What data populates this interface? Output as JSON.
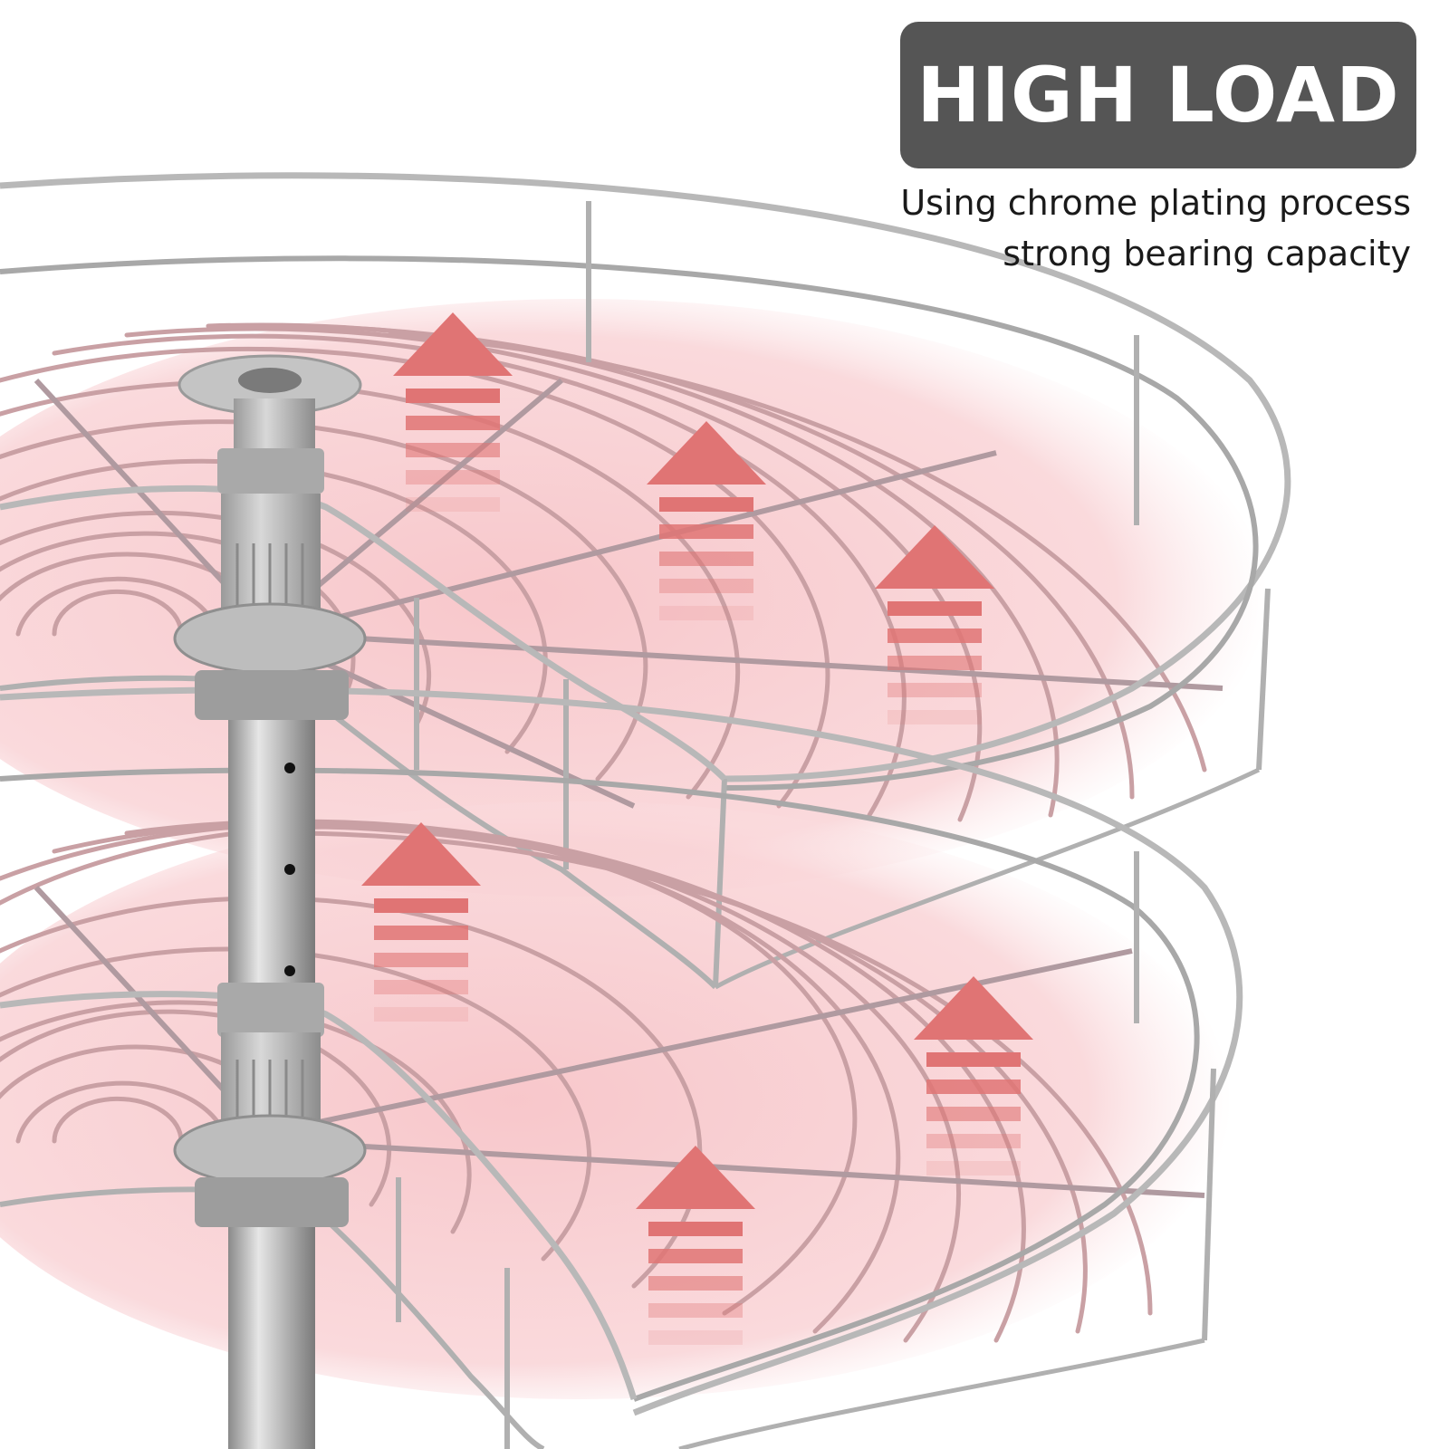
{
  "badge": {
    "label": "HIGH LOAD"
  },
  "description": {
    "line1": "Using chrome plating process",
    "line2": "strong bearing capacity"
  },
  "colors": {
    "badge_background": "#555555",
    "badge_text": "#ffffff",
    "arrow": "#e07474",
    "highlight": "#f7c9cc",
    "chrome": "#b8b8b8",
    "wire_tint": "#c9a0a4"
  },
  "icons": [
    "load-arrow-up-icon"
  ]
}
